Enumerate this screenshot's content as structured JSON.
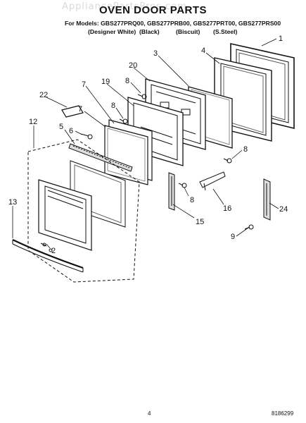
{
  "watermark": "AppliancePartsPros.com",
  "title": "OVEN DOOR PARTS",
  "models_line": "For Models: GBS277PRQ00, GBS277PRB00, GBS277PRT00, GBS277PRS00",
  "variants": [
    "(Designer White)",
    "(Black)",
    "(Biscuit)",
    "(S.Steel)"
  ],
  "callouts": {
    "c1": "1",
    "c4": "4",
    "c3": "3",
    "c20": "20",
    "c8a": "8",
    "c19": "19",
    "c7a": "7",
    "c22": "22",
    "c8b": "8",
    "c7b": "7",
    "c12": "12",
    "c5": "5",
    "c6": "6",
    "c8c": "8",
    "c8d": "8",
    "c16": "16",
    "c15": "15",
    "c24": "24",
    "c9": "9",
    "c13": "13",
    "c2": "2"
  },
  "page_number": "4",
  "doc_number": "8186299"
}
